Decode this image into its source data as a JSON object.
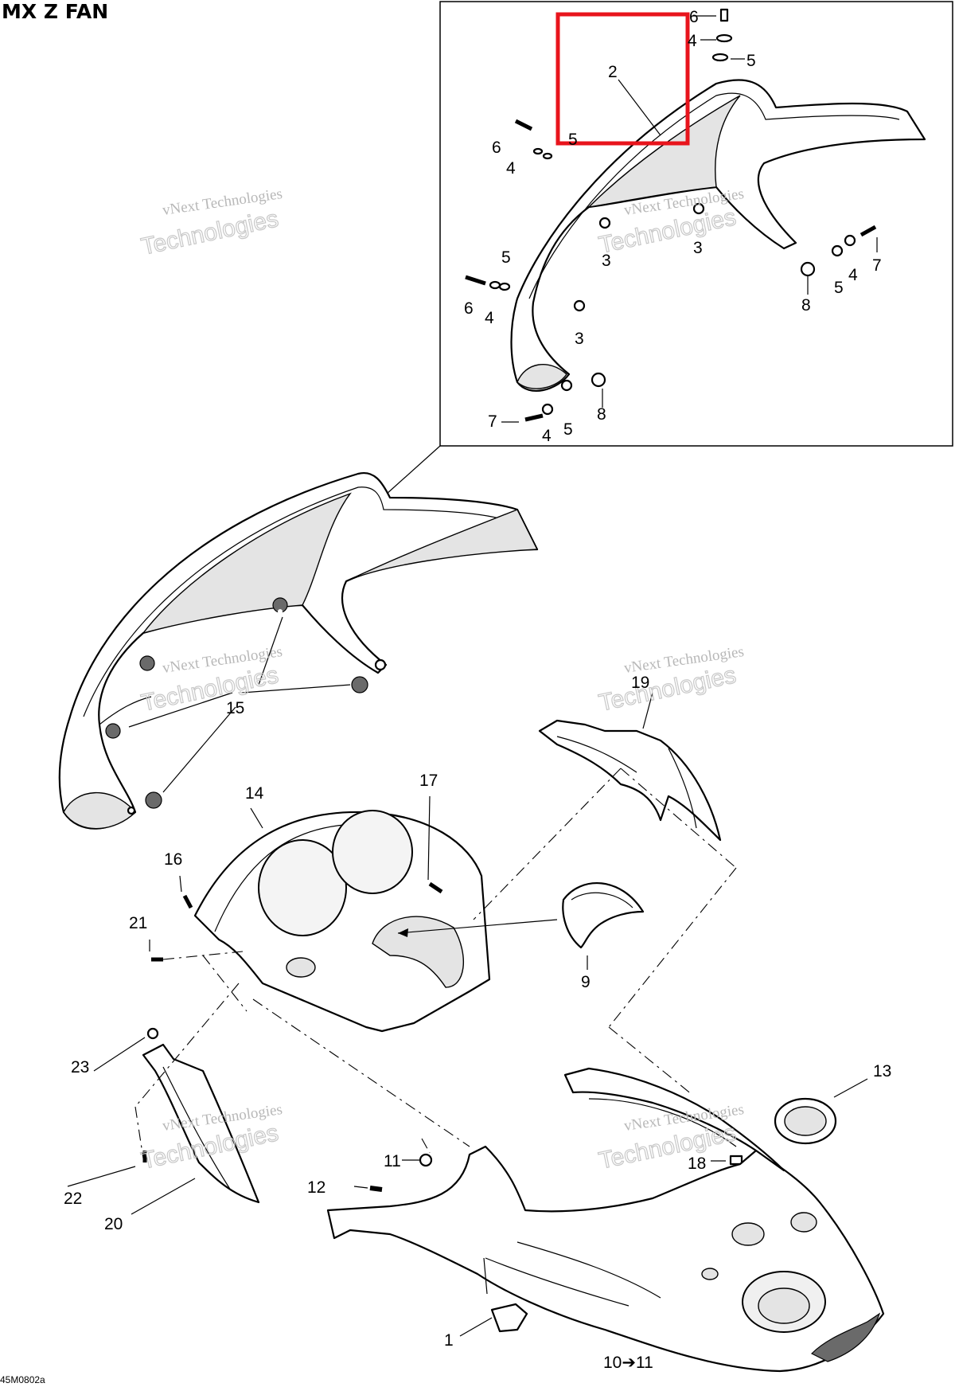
{
  "title": "MX Z FAN",
  "drawing_code": "45M0802a",
  "watermark": {
    "line1": "vNext Technologies",
    "line2": "Technologies"
  },
  "highlight_color": "#e8141c",
  "callouts": [
    {
      "id": "c2",
      "label": "2"
    },
    {
      "id": "c3a",
      "label": "3"
    },
    {
      "id": "c3b",
      "label": "3"
    },
    {
      "id": "c3c",
      "label": "3"
    },
    {
      "id": "c4a",
      "label": "4"
    },
    {
      "id": "c4b",
      "label": "4"
    },
    {
      "id": "c4c",
      "label": "4"
    },
    {
      "id": "c4d",
      "label": "4"
    },
    {
      "id": "c4e",
      "label": "4"
    },
    {
      "id": "c5a",
      "label": "5"
    },
    {
      "id": "c5b",
      "label": "5"
    },
    {
      "id": "c5c",
      "label": "5"
    },
    {
      "id": "c5d",
      "label": "5"
    },
    {
      "id": "c5e",
      "label": "5"
    },
    {
      "id": "c6a",
      "label": "6"
    },
    {
      "id": "c6b",
      "label": "6"
    },
    {
      "id": "c6c",
      "label": "6"
    },
    {
      "id": "c7a",
      "label": "7"
    },
    {
      "id": "c7b",
      "label": "7"
    },
    {
      "id": "c8a",
      "label": "8"
    },
    {
      "id": "c8b",
      "label": "8"
    },
    {
      "id": "c1",
      "label": "1"
    },
    {
      "id": "c9",
      "label": "9"
    },
    {
      "id": "c10",
      "label": "10➔11"
    },
    {
      "id": "c11",
      "label": "11"
    },
    {
      "id": "c12",
      "label": "12"
    },
    {
      "id": "c13",
      "label": "13"
    },
    {
      "id": "c14",
      "label": "14"
    },
    {
      "id": "c15",
      "label": "15"
    },
    {
      "id": "c16",
      "label": "16"
    },
    {
      "id": "c17",
      "label": "17"
    },
    {
      "id": "c18",
      "label": "18"
    },
    {
      "id": "c19",
      "label": "19"
    },
    {
      "id": "c20",
      "label": "20"
    },
    {
      "id": "c21",
      "label": "21"
    },
    {
      "id": "c22",
      "label": "22"
    },
    {
      "id": "c23",
      "label": "23"
    }
  ]
}
